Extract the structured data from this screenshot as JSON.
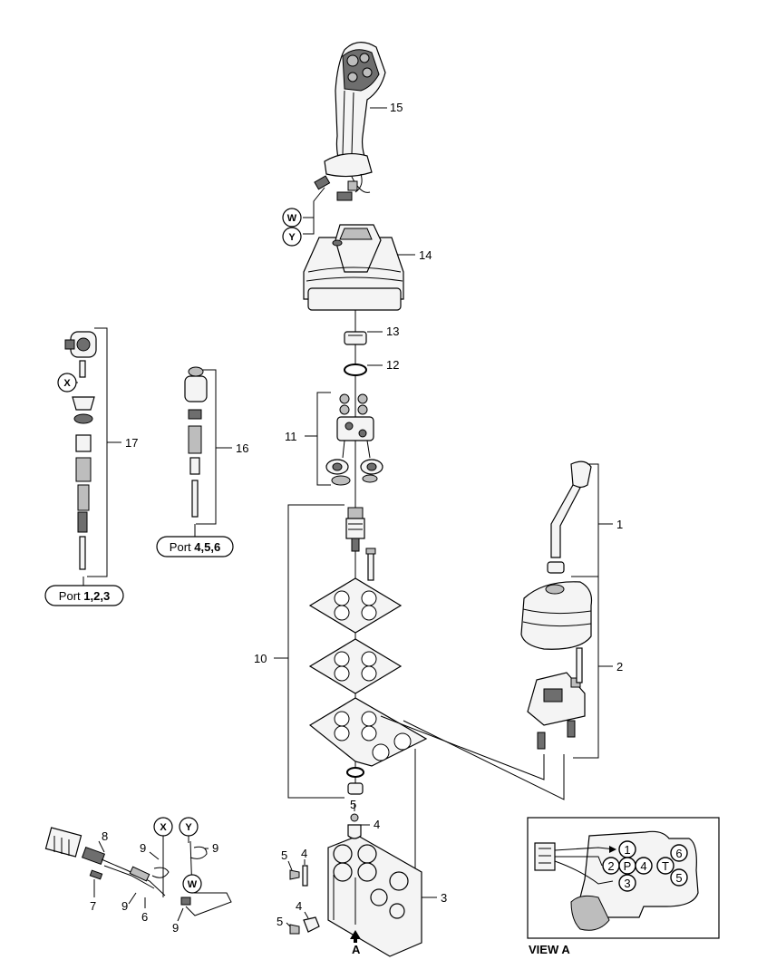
{
  "callouts": {
    "c1": "1",
    "c2": "2",
    "c3": "3",
    "c4a": "4",
    "c4b": "4",
    "c4c": "4",
    "c5a": "5",
    "c5b": "5",
    "c5c": "5",
    "c6": "6",
    "c7": "7",
    "c8": "8",
    "c9a": "9",
    "c9b": "9",
    "c9c": "9",
    "c9d": "9",
    "c10": "10",
    "c11": "11",
    "c12": "12",
    "c13": "13",
    "c14": "14",
    "c15": "15",
    "c16": "16",
    "c17": "17"
  },
  "circle_labels": {
    "w_top": "W",
    "y_top": "Y",
    "x_left": "X",
    "x_bottom": "X",
    "y_bottom": "Y",
    "w_bottom": "W"
  },
  "ports": {
    "port_456": {
      "prefix": "Port ",
      "bold": "4,5,6"
    },
    "port_123": {
      "prefix": "Port ",
      "bold": "1,2,3"
    }
  },
  "view_a": {
    "title": "VIEW A",
    "ports": [
      "1",
      "2",
      "P",
      "4",
      "3",
      "T",
      "6",
      "5"
    ]
  },
  "arrow_label": "A"
}
